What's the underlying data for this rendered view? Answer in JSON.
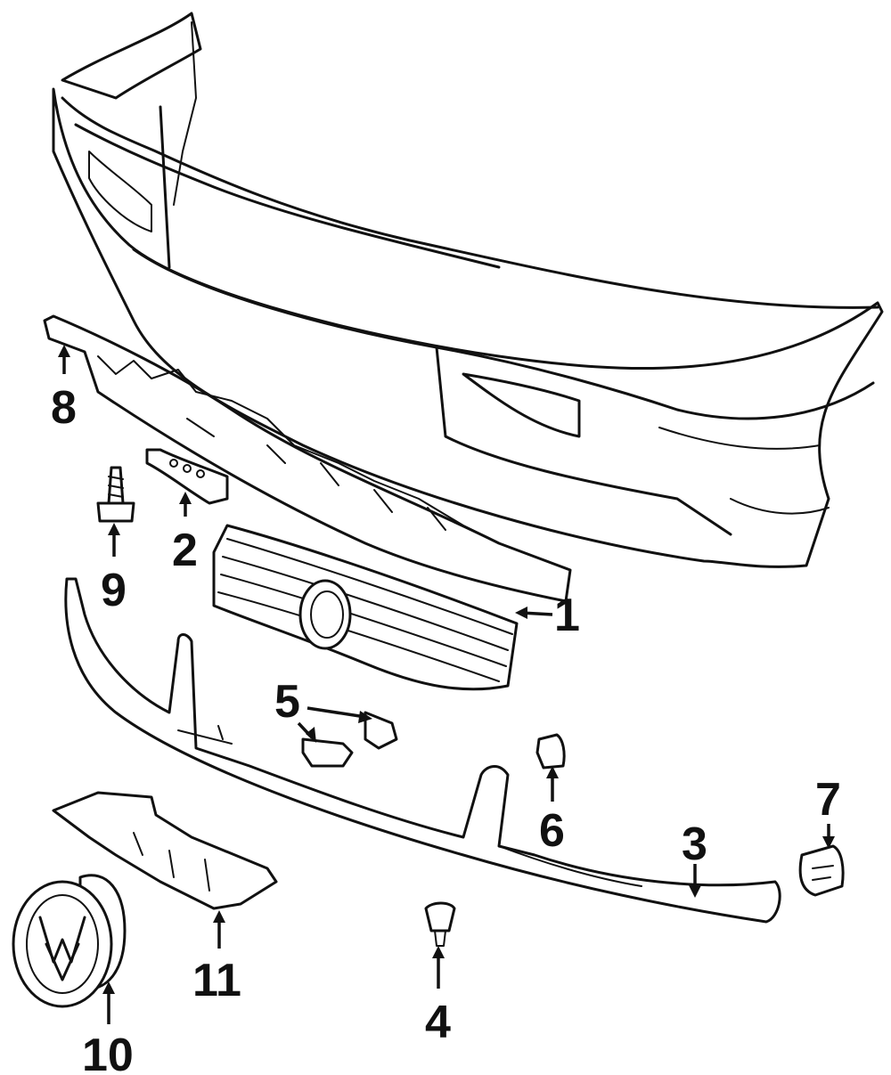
{
  "callouts": [
    {
      "id": "1",
      "label": "1"
    },
    {
      "id": "2",
      "label": "2"
    },
    {
      "id": "3",
      "label": "3"
    },
    {
      "id": "4",
      "label": "4"
    },
    {
      "id": "5",
      "label": "5"
    },
    {
      "id": "6",
      "label": "6"
    },
    {
      "id": "7",
      "label": "7"
    },
    {
      "id": "8",
      "label": "8"
    },
    {
      "id": "9",
      "label": "9"
    },
    {
      "id": "10",
      "label": "10"
    },
    {
      "id": "11",
      "label": "11"
    }
  ],
  "emblem": {
    "icon": "vw-logo-icon"
  },
  "colors": {
    "line": "#111111",
    "background": "#ffffff"
  }
}
